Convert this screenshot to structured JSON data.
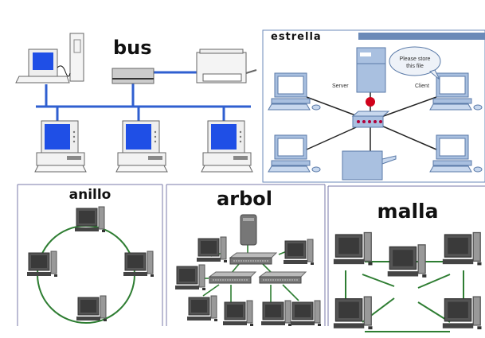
{
  "panels": {
    "bus": {
      "title": "bus"
    },
    "star": {
      "title": "estrella",
      "server_label": "Server",
      "client_label": "Client",
      "bubble_line1": "Please store",
      "bubble_line2": "this file"
    },
    "ring": {
      "title": "anillo"
    },
    "tree": {
      "title": "arbol"
    },
    "mesh": {
      "title": "malla"
    }
  },
  "colors": {
    "bus_line": "#2f5fd0",
    "star_line": "#222222",
    "green_link": "#2e7d32",
    "screen_blue": "#1f4fe6",
    "star_device": "#a9c0e0"
  }
}
